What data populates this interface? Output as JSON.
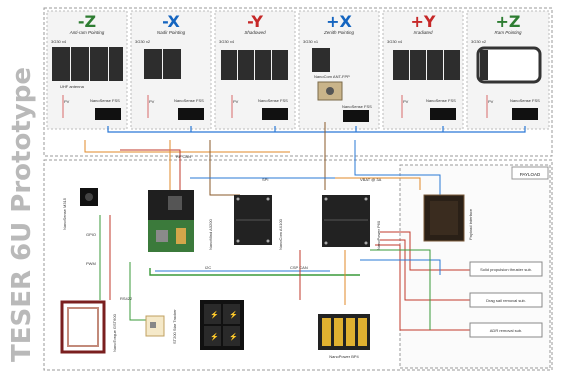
{
  "title": "TESER 6U Prototype",
  "faces": [
    {
      "axis": "-Z",
      "color": "#2e7d32",
      "subtitle": "Anti-ram Pointing",
      "solar": "3G30 x4",
      "extra": "UHF antenna",
      "sensor": "NanoSense FSS"
    },
    {
      "axis": "-X",
      "color": "#1565c0",
      "subtitle": "Nadir Pointing",
      "solar": "3G30 x2",
      "extra": "",
      "sensor": "NanoSense FSS"
    },
    {
      "axis": "-Y",
      "color": "#c62828",
      "subtitle": "Shadowed",
      "solar": "3G30 x4",
      "extra": "",
      "sensor": "NanoSense FSS"
    },
    {
      "axis": "+X",
      "color": "#1565c0",
      "subtitle": "Zenith Pointing",
      "solar": "3G30 x1",
      "extra": "NanoCom ANT-FPP",
      "sensor": "NanoSense FSS"
    },
    {
      "axis": "+Y",
      "color": "#c62828",
      "subtitle": "Irradiated",
      "solar": "3G30 x4",
      "extra": "",
      "sensor": "NanoSense FSS"
    },
    {
      "axis": "+Z",
      "color": "#2e7d32",
      "subtitle": "Ram Pointing",
      "solar": "3G30 x2",
      "extra": "",
      "sensor": "NanoSense FSS"
    }
  ],
  "labels": {
    "payload": "PAYLOAD",
    "obc": "NanoMind A3200",
    "radio": "NanoCom AX100",
    "eps": "NanoPower P60",
    "battery": "NanoPower BP4",
    "magnetorquer": "NanoTorque GST600",
    "gps": "NanoSense M315",
    "startracker": "ST200 Star Tracker",
    "mag": "NanoSense M315",
    "payload_board": "Payload Interface",
    "payload_items": [
      "Solid propulsion thruster sub.",
      "Drag sail removal sub.",
      "ADR removal sub."
    ],
    "wires": [
      "PV",
      "RF CAN",
      "SPI",
      "CSP CAN",
      "I2C",
      "VBAT @ 3A",
      "PWM",
      "GPIO",
      "RS422"
    ]
  },
  "colors": {
    "pv": "#d86a6a",
    "i2c": "#2a78d6",
    "can": "#3a9a3a",
    "spi": "#e08a2a",
    "power": "#c0392b",
    "rf": "#8a5a2a",
    "gray": "#888888"
  }
}
